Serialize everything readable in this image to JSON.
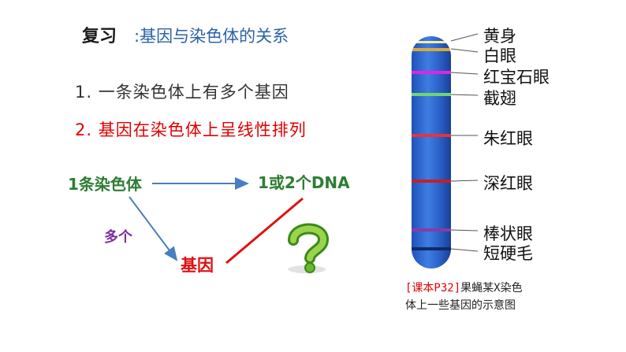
{
  "title": {
    "main": "复习",
    "sub": ":基因与染色体的关系"
  },
  "points": [
    "1. 一条染色体上有多个基因",
    "2.  基因在染色体上呈线性排列"
  ],
  "relation": {
    "chromosome": "1条染色体",
    "dna": "1或2个DNA",
    "gene": "基因",
    "edge_label": "多个"
  },
  "genes": [
    "黄身",
    "白眼",
    "红宝石眼",
    "截翅",
    "朱红眼",
    "深红眼",
    "棒状眼",
    "短硬毛"
  ],
  "band_colors": {
    "yellow_body": "#f6ee9a",
    "white_eye": "#d9a93e",
    "ruby_eye": "#e323e3",
    "cut_wing": "#6fd66f",
    "vermilion_eye": "#e8323c",
    "carmine_eye": "#c81e28",
    "bar_eye": "#8a3aa8",
    "short_bristle": "#0e2a66"
  },
  "caption": {
    "ref": "[课本P32]",
    "line1": "果蝇某X染色",
    "line2": "体上一些基因的示意图"
  }
}
